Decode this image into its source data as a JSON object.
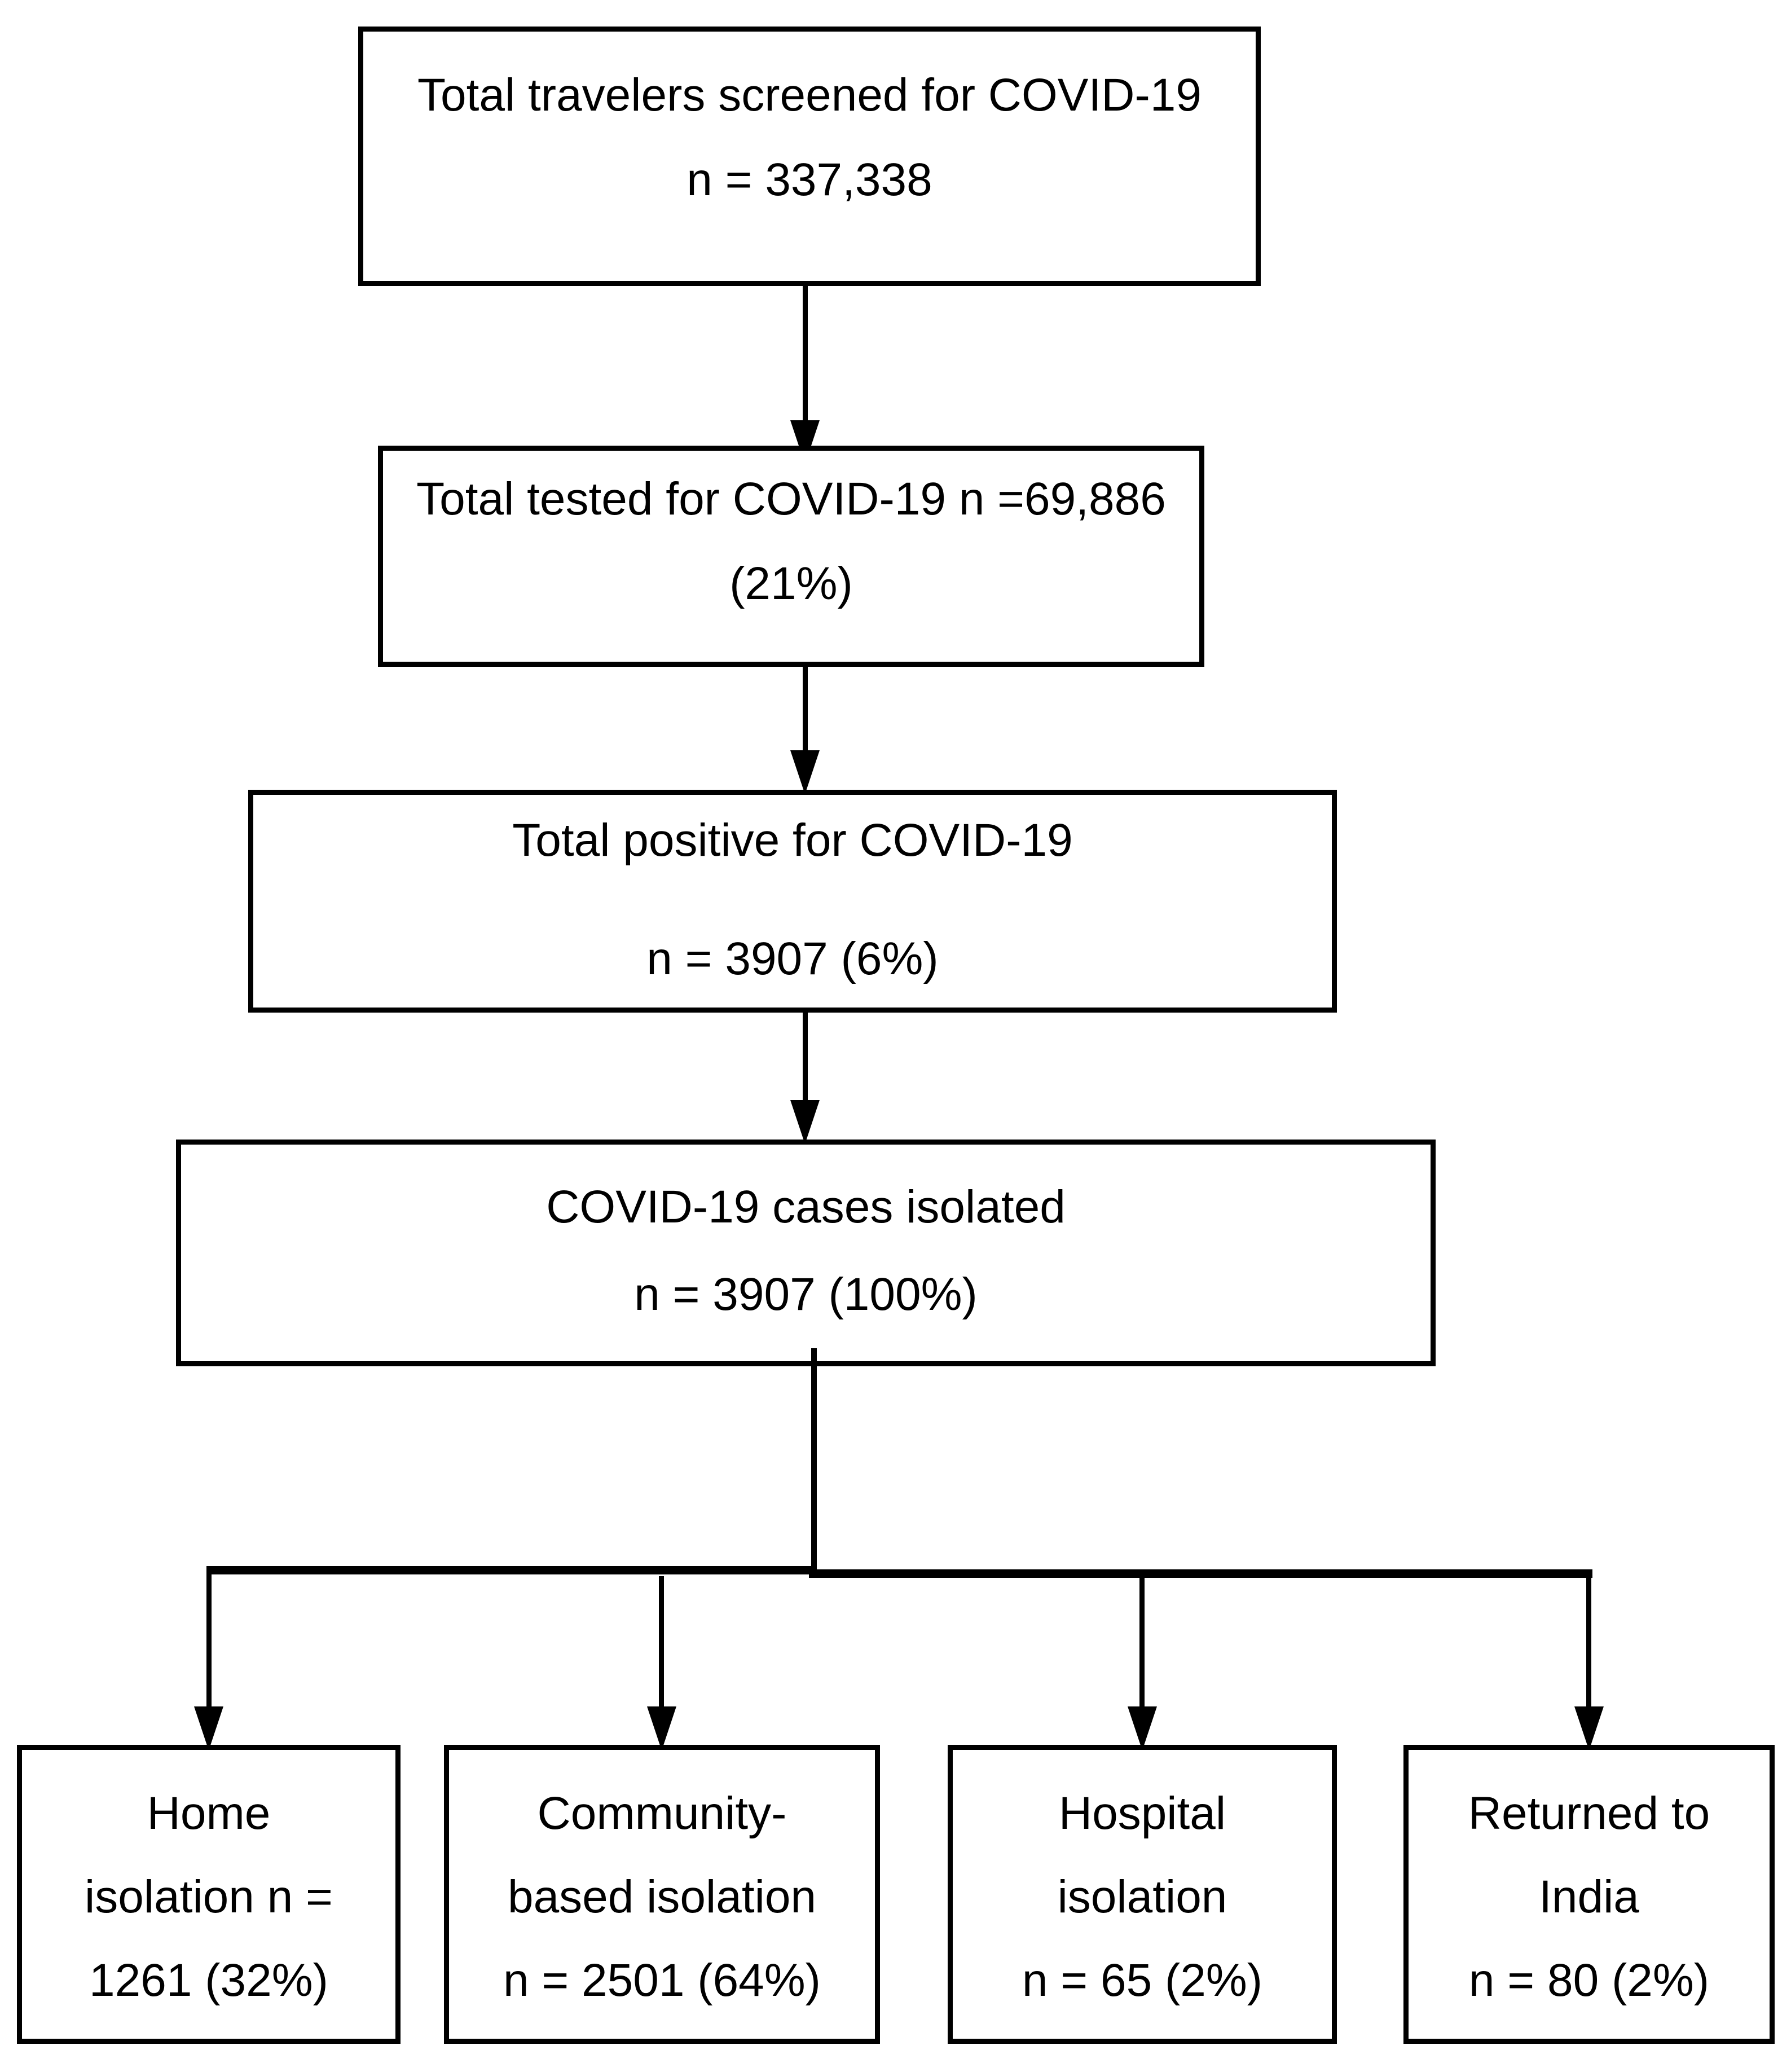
{
  "flowchart": {
    "title": "COVID-19 traveler screening flow diagram",
    "colors": {
      "line": "#000000",
      "text": "#000000",
      "background": "#ffffff"
    },
    "nodes": {
      "screened": {
        "line1": "Total travelers screened for COVID-19",
        "line2": "n = 337,338"
      },
      "tested": {
        "line1": "Total tested for COVID-19 n =69,886",
        "line2": "(21%)"
      },
      "positive": {
        "line1": "Total positive for COVID-19",
        "line2": "n = 3907 (6%)"
      },
      "isolated": {
        "line1": "COVID-19 cases isolated",
        "line2": "n = 3907 (100%)"
      },
      "home": {
        "line1": "Home",
        "line2": "isolation n =",
        "line3": "1261 (32%)"
      },
      "community": {
        "line1": "Community-",
        "line2": "based isolation",
        "line3": "n = 2501 (64%)"
      },
      "hospital": {
        "line1": "Hospital",
        "line2": "isolation",
        "line3": "n = 65 (2%)"
      },
      "returned": {
        "line1": "Returned to",
        "line2": "India",
        "line3": "n = 80 (2%)"
      }
    }
  }
}
